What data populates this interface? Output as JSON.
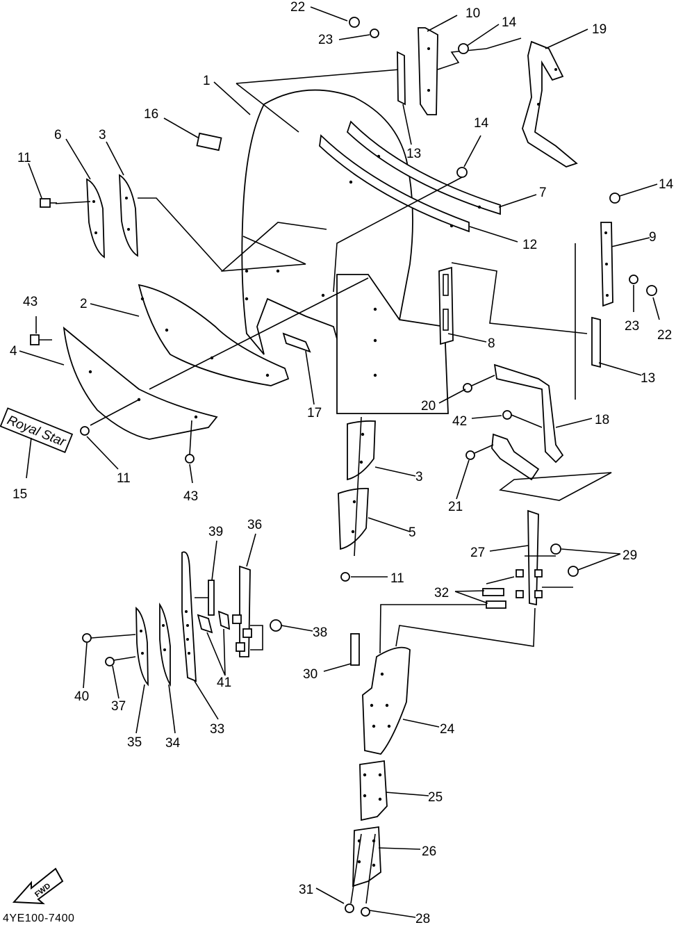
{
  "document_code": "4YE100-7400",
  "fwd_label": "FWD",
  "emblem_text": "Royal Star",
  "callouts": [
    "22",
    "10",
    "14",
    "19",
    "23",
    "1",
    "16",
    "13",
    "14",
    "6",
    "3",
    "11",
    "7",
    "12",
    "9",
    "14",
    "43",
    "2",
    "23",
    "22",
    "4",
    "8",
    "13",
    "20",
    "42",
    "18",
    "17",
    "15",
    "11",
    "43",
    "3",
    "21",
    "5",
    "36",
    "39",
    "11",
    "27",
    "29",
    "32",
    "38",
    "30",
    "41",
    "40",
    "37",
    "24",
    "33",
    "35",
    "34",
    "25",
    "26",
    "31",
    "28"
  ]
}
